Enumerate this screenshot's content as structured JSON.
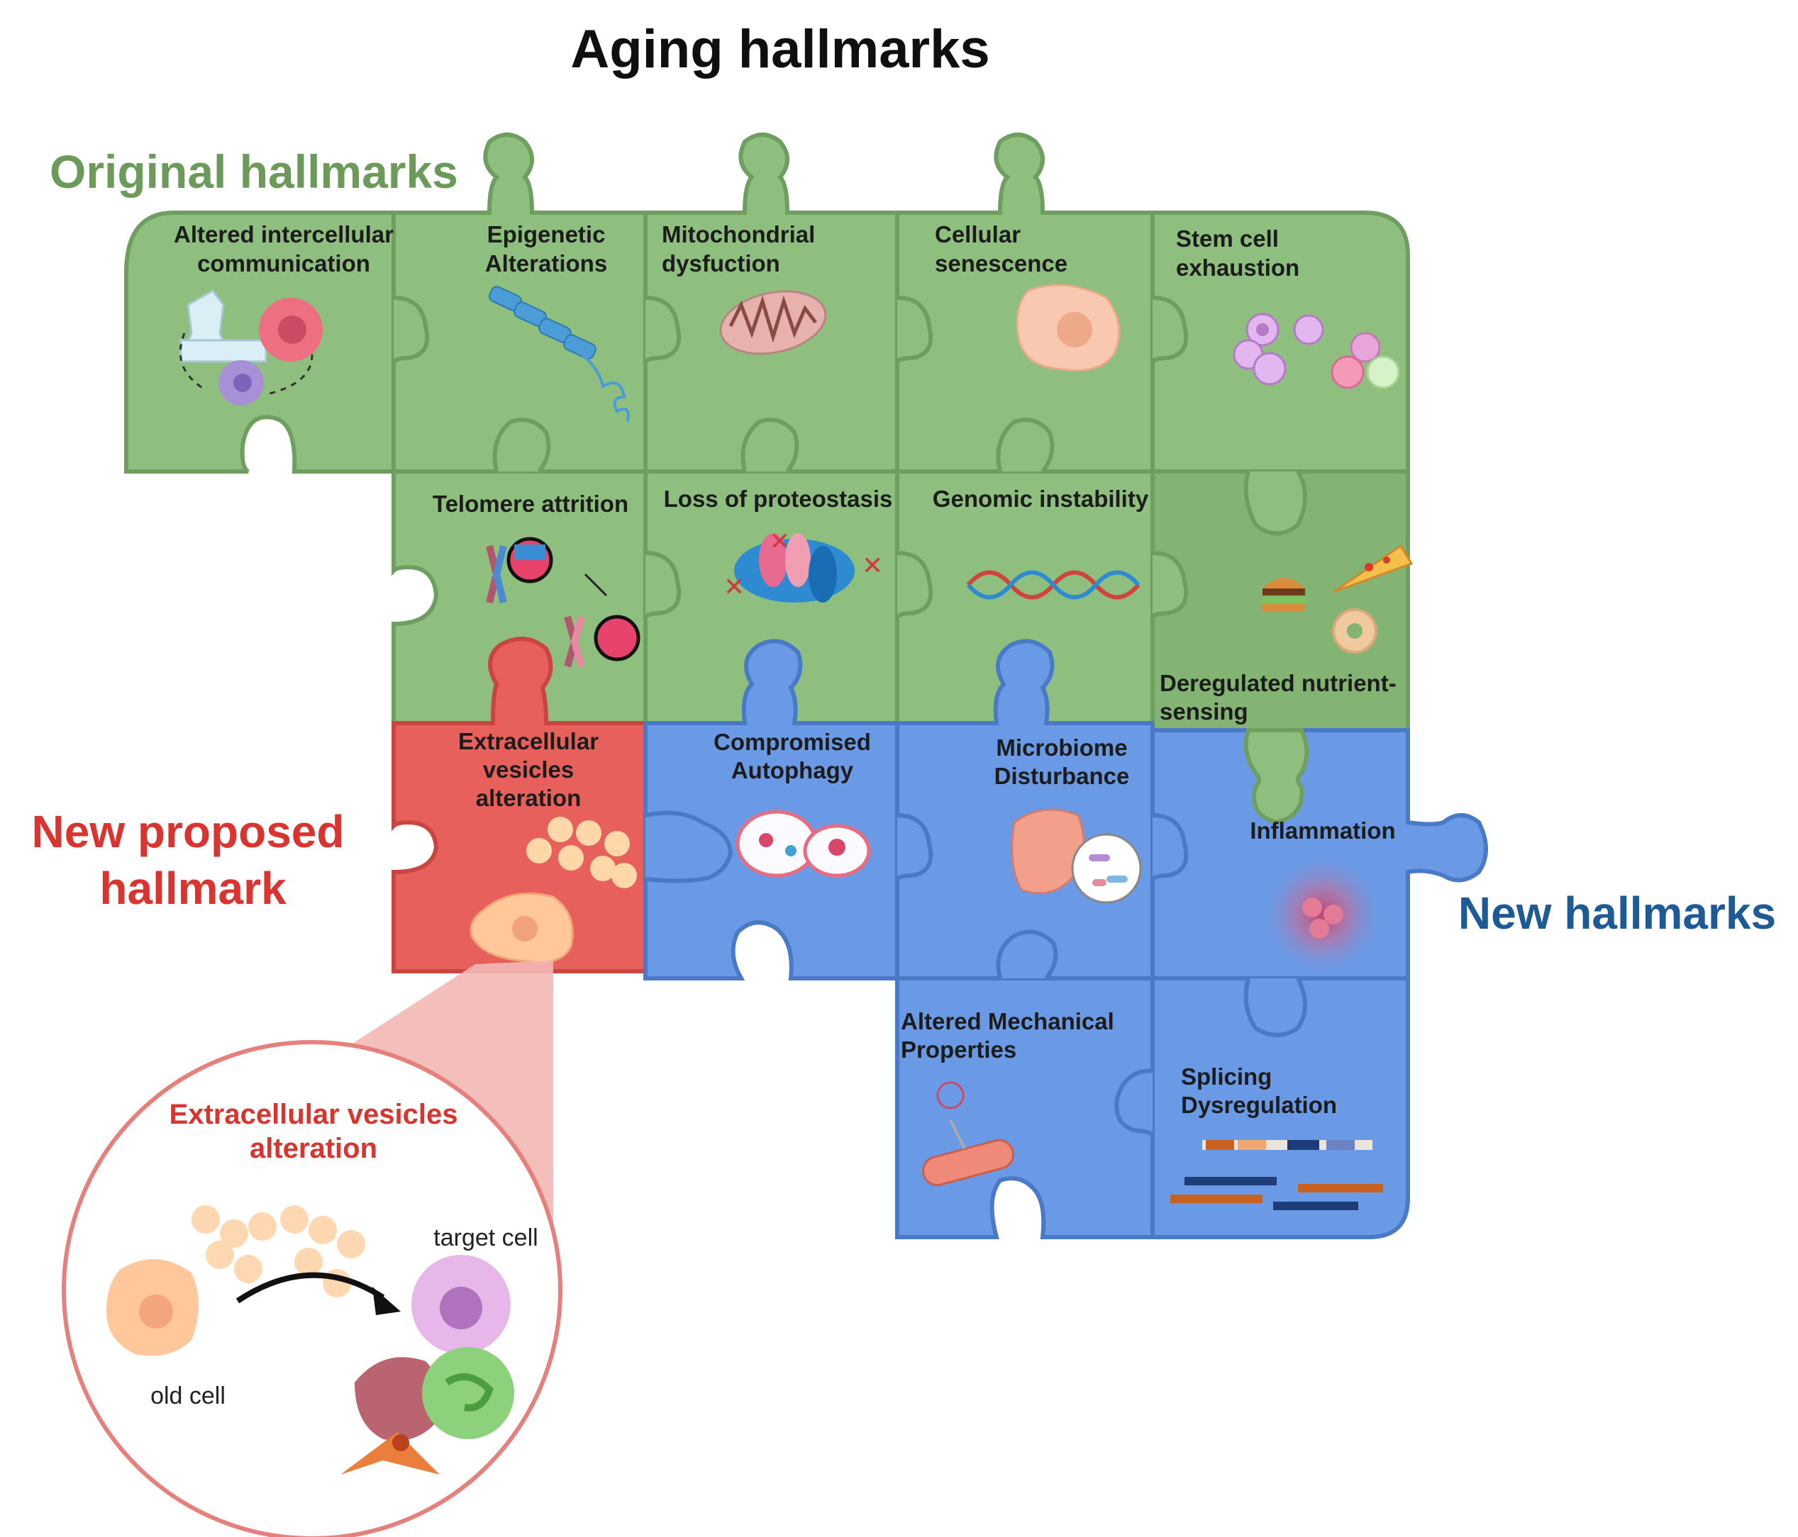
{
  "title": "Aging hallmarks",
  "groups": {
    "original": "Original hallmarks",
    "proposed_line1": "New  proposed",
    "proposed_line2": "hallmark",
    "new": "New  hallmarks"
  },
  "pieces": {
    "altered_intercellular": [
      "Altered intercellular",
      "communication"
    ],
    "epigenetic": [
      "Epigenetic",
      "Alterations"
    ],
    "mitochondrial": [
      "Mitochondrial",
      "dysfuction"
    ],
    "senescence": [
      "Cellular",
      "senescence"
    ],
    "stem_cell": [
      "Stem cell",
      "exhaustion"
    ],
    "telomere": [
      "Telomere attrition"
    ],
    "proteostasis": [
      "Loss of proteostasis"
    ],
    "genomic": [
      "Genomic instability"
    ],
    "nutrient": [
      "Deregulated nutrient-",
      "sensing"
    ],
    "extracellular": [
      "Extracellular",
      "vesicles",
      "alteration"
    ],
    "autophagy": [
      "Compromised",
      "Autophagy"
    ],
    "microbiome": [
      "Microbiome",
      "Disturbance"
    ],
    "inflammation": [
      "Inflammation"
    ],
    "mechanical": [
      "Altered Mechanical",
      "Properties"
    ],
    "splicing": [
      "Splicing",
      "Dysregulation"
    ]
  },
  "inset": {
    "title": [
      "Extracellular vesicles",
      "alteration"
    ],
    "target_cell": "target cell",
    "old_cell": "old cell"
  },
  "colors": {
    "green": "#8fbf7f",
    "green_dark": "#6f9e61",
    "red": "#e8605c",
    "red_dark": "#c94540",
    "blue": "#6a9ae6",
    "blue_dark": "#4a79c8"
  }
}
